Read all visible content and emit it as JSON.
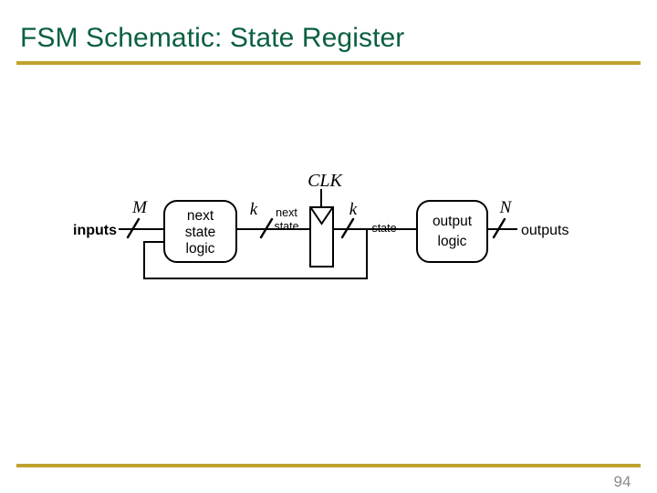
{
  "slide": {
    "title": "FSM Schematic: State Register",
    "page_number": "94",
    "accent_rule_color": "#bfa22e",
    "title_color": "#0a6040",
    "page_number_color": "#8a8a8a"
  },
  "diagram": {
    "name": "fsm-state-register-block-diagram",
    "blocks": {
      "next_state_logic": {
        "line1": "next",
        "line2": "state",
        "line3": "logic"
      },
      "state_register": {
        "label": "",
        "clock_label": "CLK",
        "edge_trigger": "triangle"
      },
      "output_logic": {
        "line1": "output",
        "line2": "logic"
      }
    },
    "ports": {
      "inputs": "inputs",
      "outputs": "outputs"
    },
    "bus_widths": {
      "inputs_width": "M",
      "next_state_width": "k",
      "state_width": "k",
      "outputs_width": "N"
    },
    "signal_labels": {
      "next_state_line1": "next",
      "next_state_line2": "state",
      "state": "state"
    }
  }
}
